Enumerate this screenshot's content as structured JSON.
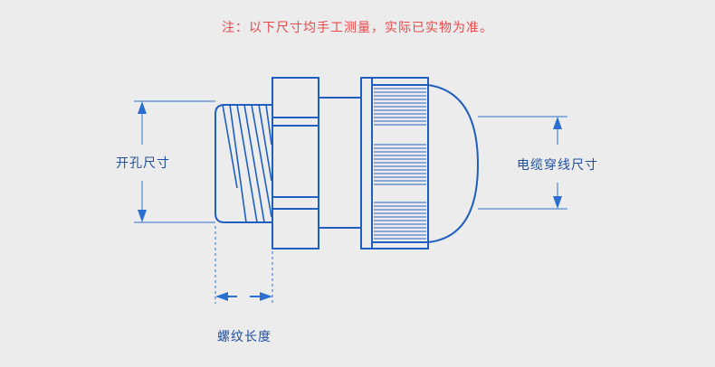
{
  "note": "注：以下尺寸均手工测量，实际已实物为准。",
  "labels": {
    "hole_size": "开孔尺寸",
    "cable_size": "电缆穿线尺寸",
    "thread_length": "螺纹长度"
  },
  "colors": {
    "note": "#e8494a",
    "outline": "#1f5fbf",
    "dimension": "#2a6fd0",
    "label": "#1f4fa0",
    "background": "#ececec"
  }
}
